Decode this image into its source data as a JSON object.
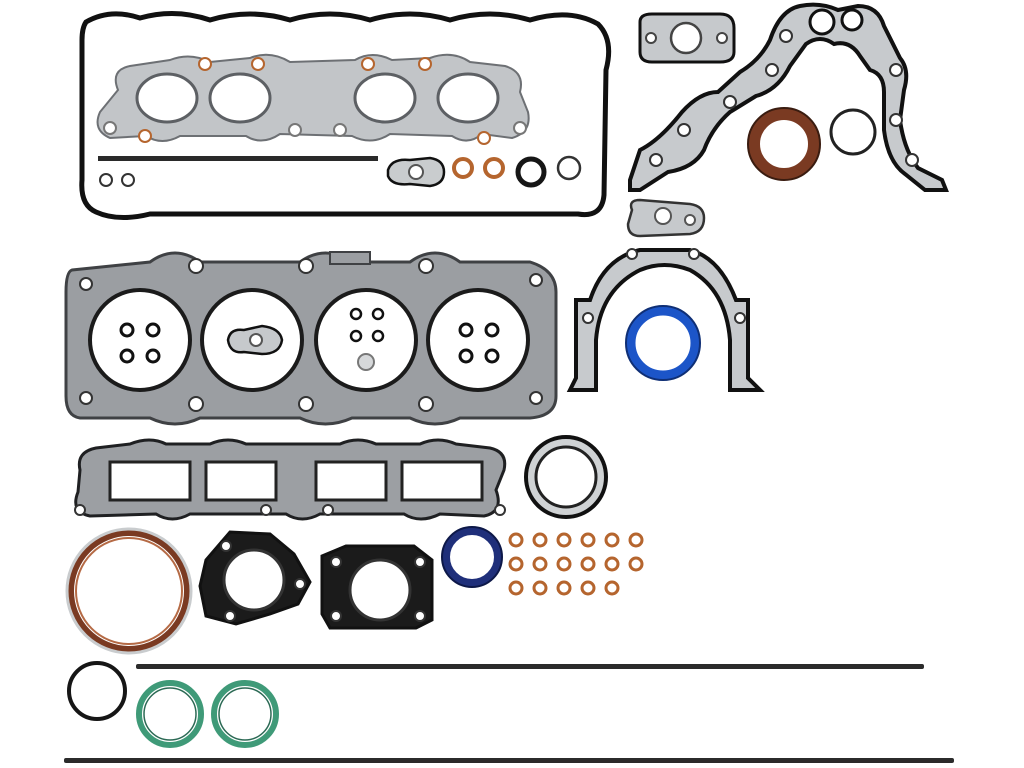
{
  "colors": {
    "background": "#ffffff",
    "outline": "#1a1a1a",
    "gasket_gray": "#b9bcbf",
    "gasket_gray_dark": "#8d9094",
    "steel_light": "#d6d8da",
    "copper": "#b5652e",
    "seal_brown": "#7a3a22",
    "seal_blue": "#1c55c8",
    "seal_navy": "#1f2f7a",
    "green_ring": "#3f9a78",
    "black_ring": "#161616"
  },
  "parts": {
    "valve_cover_gasket": "valve-cover-gasket",
    "exhaust_manifold_gasket": "exhaust-manifold-gasket",
    "cylinder_head_gasket": "cylinder-head-gasket",
    "intake_manifold_gasket": "intake-manifold-gasket",
    "timing_cover_gasket": "timing-cover-gasket",
    "rear_main_seal_carrier_gasket": "rear-main-seal-carrier-gasket",
    "crankshaft_front_seal": "crankshaft-front-seal",
    "crankshaft_rear_seal": "crankshaft-rear-seal",
    "valve_stem_seals": "valve-stem-seals",
    "throttle_body_gaskets": "throttle-body-gaskets",
    "o_rings": "o-rings",
    "sealing_strips": "sealing-strips"
  }
}
